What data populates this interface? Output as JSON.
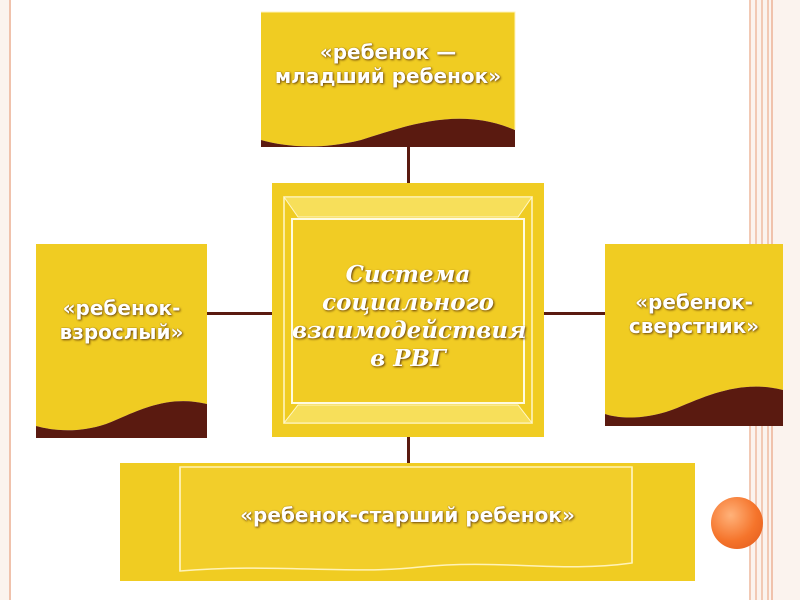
{
  "diagram": {
    "center": {
      "lines": [
        "Система",
        "социального",
        "взаимодействия",
        "в РВГ"
      ]
    },
    "top": {
      "lines": [
        "«ребенок —",
        "младший ребенок»"
      ]
    },
    "left": {
      "lines": [
        "«ребенок-",
        "взрослый»"
      ]
    },
    "right": {
      "lines": [
        "«ребенок-",
        "сверстник»"
      ]
    },
    "bottom": {
      "lines": [
        "«ребенок-старший ребенок»"
      ]
    }
  },
  "colors": {
    "box_fill": "#f0cc22",
    "box_fill_light": "#f7df5a",
    "dark_wave": "#5a1a10",
    "text": "#ffffff",
    "accent_dot": "#f5742b"
  }
}
